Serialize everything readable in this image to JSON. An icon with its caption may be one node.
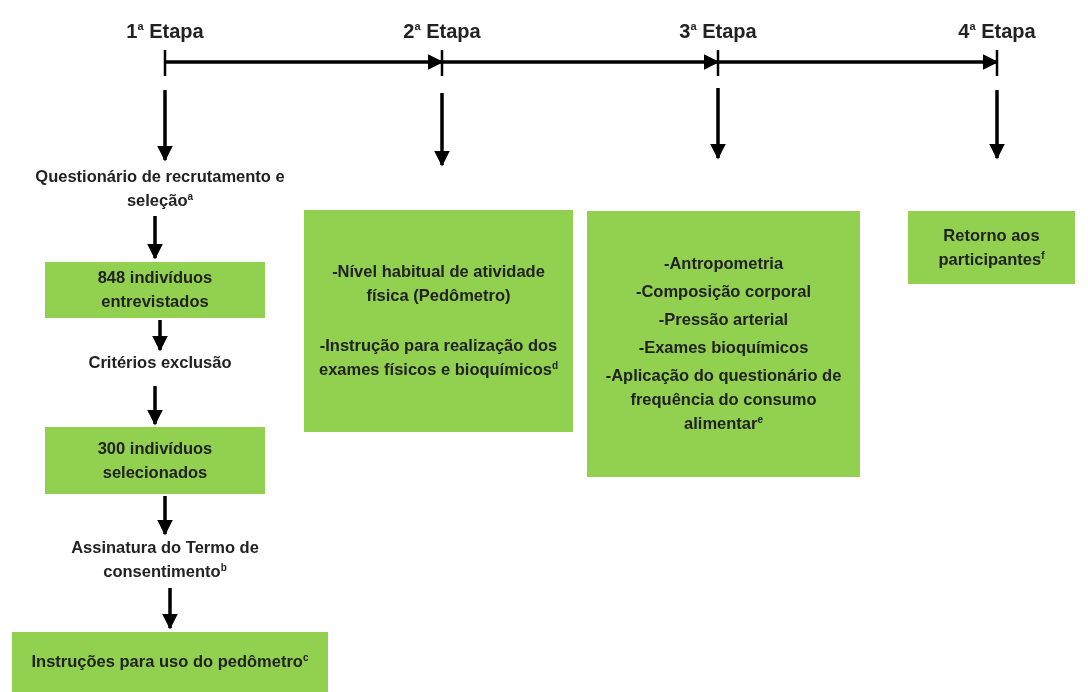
{
  "diagram": {
    "nodes": [
      {
        "text": [
          "1$^{a}$ Etapa"
        ]
      },
      {
        "text": [
          "2$^{a}$ Etapa"
        ]
      },
      {
        "text": [
          "3$^{a}$ Etapa"
        ]
      },
      {
        "text": [
          "4$^{a}$ Etapa"
        ]
      },
      {
        "text": [
          "Questionário de recrutamento e seleção$^{a}$"
        ]
      },
      {
        "text": [
          "848 indivíduos entrevistados"
        ]
      },
      {
        "text": [
          "Critérios exclusão"
        ]
      },
      {
        "text": [
          "300 indivíduos selecionados"
        ]
      },
      {
        "text": [
          "Assinatura do Termo de consentimento$^{b}$"
        ]
      },
      {
        "text": [
          "Instruções para uso do pedômetro$^{c}$"
        ]
      },
      {
        "text": [
          "-Nível habitual de atividade física (Pedômetro)",
          "-Instrução para realização dos exames físicos e bioquímicos$^{d}$"
        ]
      },
      {
        "text": [
          "-Antropometria",
          "-Composição corporal",
          "-Pressão arterial",
          "-Exames bioquímicos",
          "-Aplicação do questionário de frequência do consumo alimentar$^{e}$"
        ]
      },
      {
        "text": [
          "Retorno aos participantes$^{f}$"
        ]
      }
    ],
    "edges": [
      {
        "from": 0,
        "to": 1,
        "arrow": "to"
      },
      {
        "from": 1,
        "to": 2,
        "arrow": "to"
      },
      {
        "from": 2,
        "to": 3,
        "arrow": "to"
      },
      {
        "from": 0,
        "to": 4,
        "arrow": "to"
      },
      {
        "from": 1,
        "to": 10,
        "arrow": "to"
      },
      {
        "from": 2,
        "to": 11,
        "arrow": "to"
      },
      {
        "from": 3,
        "to": 12,
        "arrow": "to"
      },
      {
        "from": 4,
        "to": 5,
        "arrow": "to"
      },
      {
        "from": 5,
        "to": 6,
        "arrow": "to"
      },
      {
        "from": 6,
        "to": 7,
        "arrow": "to"
      },
      {
        "from": 7,
        "to": 8,
        "arrow": "to"
      },
      {
        "from": 8,
        "to": 9,
        "arrow": "to"
      }
    ]
  }
}
